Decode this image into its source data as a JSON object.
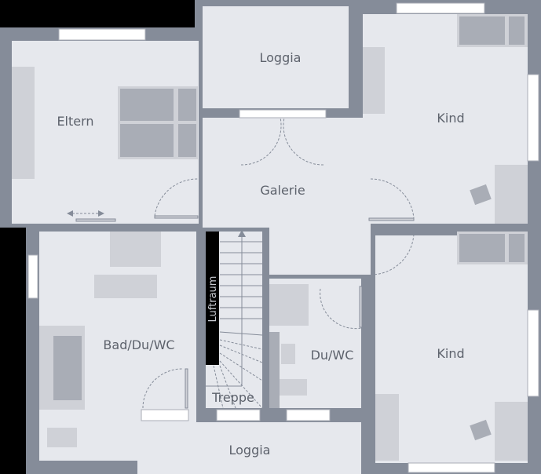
{
  "rooms": {
    "eltern": "Eltern",
    "loggia_top": "Loggia",
    "kind_top": "Kind",
    "galerie": "Galerie",
    "bad": "Bad/Du/WC",
    "du_wc": "Du/WC",
    "kind_bottom": "Kind",
    "treppe": "Treppe",
    "luftraum": "Luftraum",
    "loggia_bottom": "Loggia"
  },
  "colors": {
    "wall": "#858c99",
    "floor": "#e6e8ed",
    "furniture_dark": "#a9adb6",
    "furniture_light": "#cfd1d7",
    "void": "#000000"
  }
}
